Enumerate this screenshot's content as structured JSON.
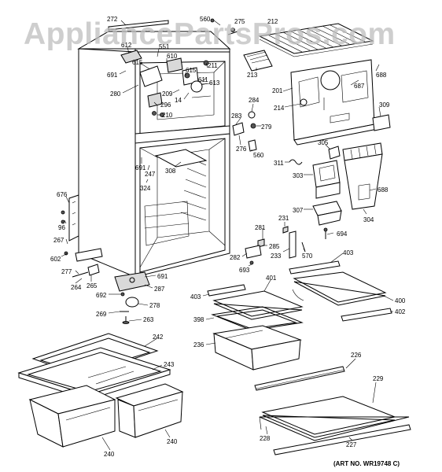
{
  "watermark": "AppliancePartsPros.com",
  "art_number": "(ART NO. WR19748 C)",
  "labels": {
    "p272": "272",
    "p560a": "560",
    "p275": "275",
    "p212": "212",
    "p612": "612",
    "p551": "551",
    "p615a": "615",
    "p610": "610",
    "p211": "211",
    "p691a": "691",
    "p615b": "615",
    "p613": "613",
    "p611": "611",
    "p209": "209",
    "p14": "14",
    "p280": "280",
    "p296": "296",
    "p210": "210",
    "p213": "213",
    "p688a": "688",
    "p201": "201",
    "p687": "687",
    "p284": "284",
    "p214": "214",
    "p309": "309",
    "p283": "283",
    "p279": "279",
    "p276": "276",
    "p560b": "560",
    "p305": "305",
    "p691b": "691",
    "p308": "308",
    "p247": "247",
    "p324": "324",
    "p311": "311",
    "p303": "303",
    "p688b": "688",
    "p676": "676",
    "p96": "96",
    "p307": "307",
    "p304": "304",
    "p231": "231",
    "p694": "694",
    "p267": "267",
    "p281": "281",
    "p285": "285",
    "p602": "602",
    "p282": "282",
    "p233": "233",
    "p570": "570",
    "p403a": "403",
    "p277": "277",
    "p693": "693",
    "p691c": "691",
    "p401": "401",
    "p264": "264",
    "p265": "265",
    "p287": "287",
    "p403b": "403",
    "p692": "692",
    "p400": "400",
    "p278": "278",
    "p269": "269",
    "p402": "402",
    "p398": "398",
    "p263": "263",
    "p236": "236",
    "p242": "242",
    "p226": "226",
    "p243": "243",
    "p229": "229",
    "p228": "228",
    "p227": "227",
    "p240a": "240",
    "p240b": "240"
  }
}
